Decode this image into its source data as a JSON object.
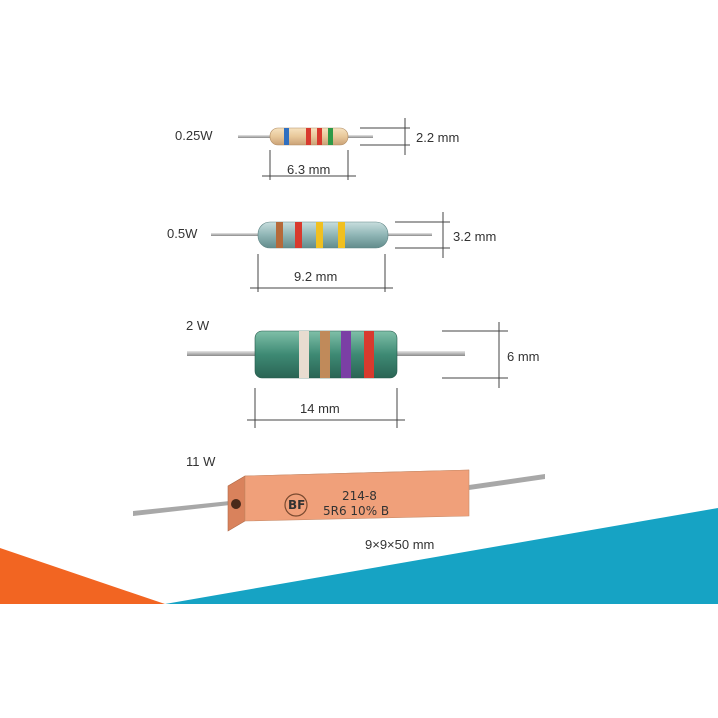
{
  "resistors": [
    {
      "power": "0.25W",
      "diameter": "2.2 mm",
      "length": "6.3 mm",
      "body_color": "#e8c89a",
      "bands": [
        "#2f6fc0",
        "#d83a2e",
        "#d83a2e",
        "#2e9a48"
      ]
    },
    {
      "power": "0.5W",
      "diameter": "3.2 mm",
      "length": "9.2 mm",
      "body_color": "#8fb5b5",
      "bands": [
        "#b56a3a",
        "#d83a2e",
        "#f0c020",
        "#f0c020"
      ]
    },
    {
      "power": "2 W",
      "diameter": "6 mm",
      "length": "14 mm",
      "body_color": "#3e8a74",
      "bands": [
        "#e8dcd0",
        "#c08a5a",
        "#7b3fa5",
        "#d83a2e"
      ]
    },
    {
      "power": "11 W",
      "dimensions": "9×9×50 mm",
      "body_color": "#f0a07a",
      "marking": {
        "logo": "BF",
        "line1": "214-8",
        "line2": "5R6 10% B"
      }
    }
  ],
  "colors": {
    "lead": "#bdbdbd",
    "dim_line": "#444444",
    "accent_orange": "#f26522",
    "accent_teal": "#16a3c4"
  }
}
